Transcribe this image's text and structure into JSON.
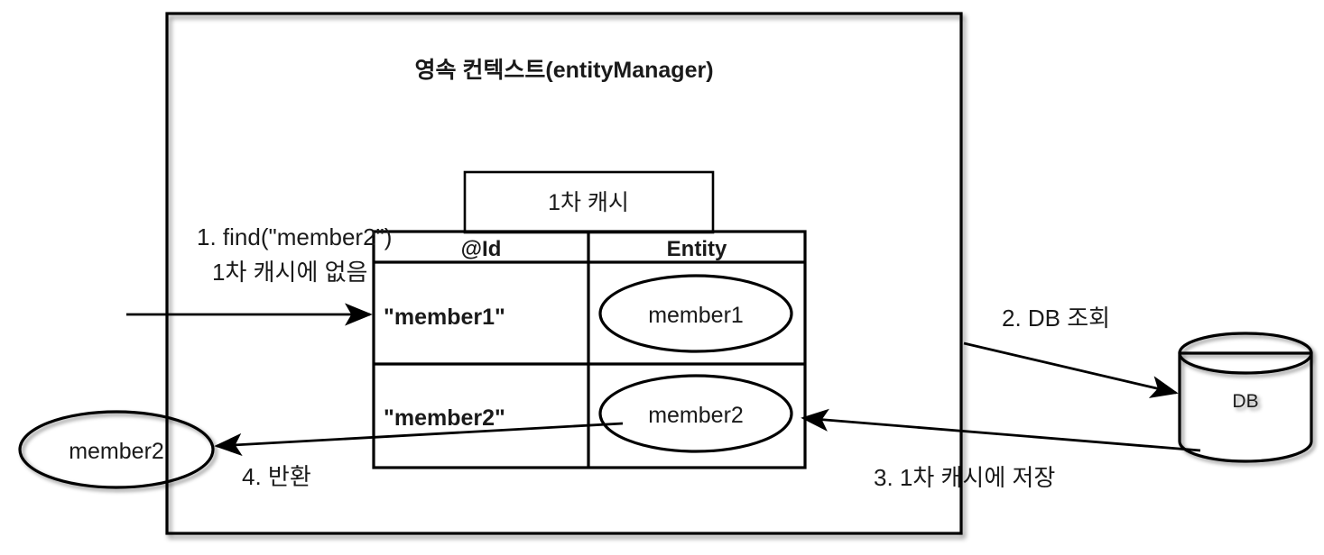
{
  "diagram": {
    "title": "영속 컨텍스트(entityManager)",
    "cache_box_label": "1차 캐시",
    "table": {
      "headers": [
        "@Id",
        "Entity"
      ],
      "rows": [
        {
          "id": "\"member1\"",
          "entity": "member1"
        },
        {
          "id": "\"member2\"",
          "entity": "member2"
        }
      ]
    },
    "steps": {
      "step1_line1": "1. find(\"member2\")",
      "step1_line2": "1차 캐시에 없음",
      "step2": "2. DB 조회",
      "step3": "3. 1차 캐시에 저장",
      "step4": "4. 반환"
    },
    "database": {
      "label": "DB"
    },
    "returned_entity": {
      "label": "member2"
    },
    "colors": {
      "panel_background": "#f2f2f2",
      "shape_background": "#ffffff",
      "stroke": "#000000",
      "text": "#1a1a1a",
      "page_background": "#ffffff"
    }
  }
}
